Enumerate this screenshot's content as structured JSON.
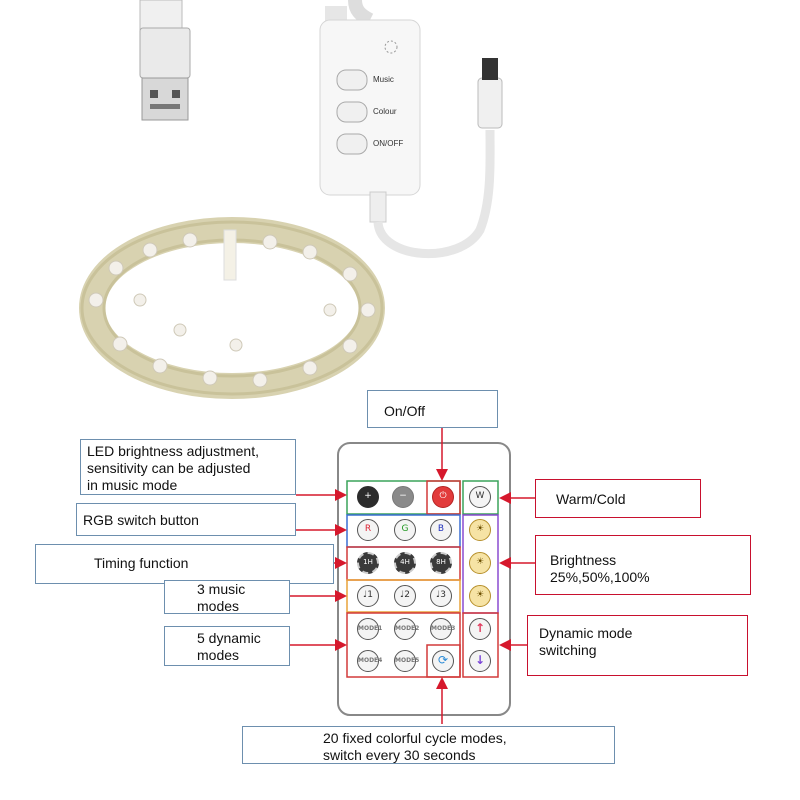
{
  "controller": {
    "buttons": [
      "Music",
      "Colour",
      "ON/OFF"
    ]
  },
  "remote": {
    "row1": [
      {
        "glyph": "+",
        "icon": "plus-icon"
      },
      {
        "glyph": "−",
        "icon": "minus-icon"
      },
      {
        "glyph": "⏻",
        "icon": "power-icon"
      },
      {
        "glyph": "W",
        "icon": "warm-cold-icon"
      }
    ],
    "row2": [
      "R",
      "G",
      "B"
    ],
    "row3": [
      "1H",
      "4H",
      "8H"
    ],
    "row4": [
      "♩1",
      "♩2",
      "♩3"
    ],
    "modes": [
      "MODE1",
      "MODE2",
      "MODE3",
      "MODE4",
      "MODE5"
    ],
    "cycle_glyph": "⟳",
    "up_glyph": "↑",
    "down_glyph": "↓",
    "sun_glyph": "☀"
  },
  "labels": {
    "on_off": "On/Off",
    "brightness_adjust": [
      "LED brightness adjustment,",
      "sensitivity can be adjusted",
      "in music mode"
    ],
    "rgb": "RGB switch button",
    "timing": "Timing function",
    "music": [
      "3 music",
      "modes"
    ],
    "dynamic": [
      "5 dynamic",
      "modes"
    ],
    "warm_cold": "Warm/Cold",
    "brightness": [
      "Brightness",
      "25%,50%,100%"
    ],
    "dynamic_switch": [
      "Dynamic mode",
      "switching"
    ],
    "cycle": [
      "20 fixed colorful cycle modes,",
      "switch every 30 seconds"
    ]
  },
  "colors": {
    "label_border_blue": "#6d8fae",
    "label_border_red": "#c8102e",
    "group_green": "#3aa35a",
    "group_red": "#d23a3a",
    "group_purple": "#8a4bd0",
    "group_orange": "#e8a33a",
    "arrow_red": "#d6182c"
  }
}
